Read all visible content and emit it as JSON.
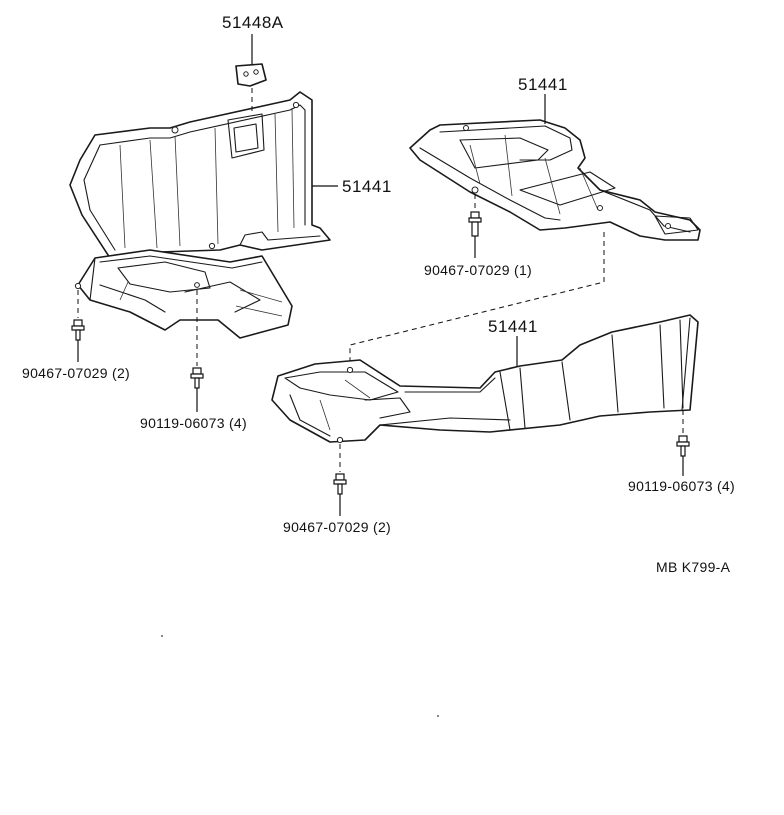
{
  "diagram": {
    "labels": {
      "bracket_part": "51448A",
      "cover_upper_right": "51441",
      "cover_left": "51441",
      "cover_lower": "51441",
      "bolt_right_upper": "90467-07029 (1)",
      "bolt_left_a": "90467-07029 (2)",
      "bolt_left_b": "90119-06073 (4)",
      "bolt_lower_a": "90467-07029 (2)",
      "bolt_lower_b": "90119-06073 (4)",
      "diagram_ref": "MB  K799-A"
    }
  }
}
